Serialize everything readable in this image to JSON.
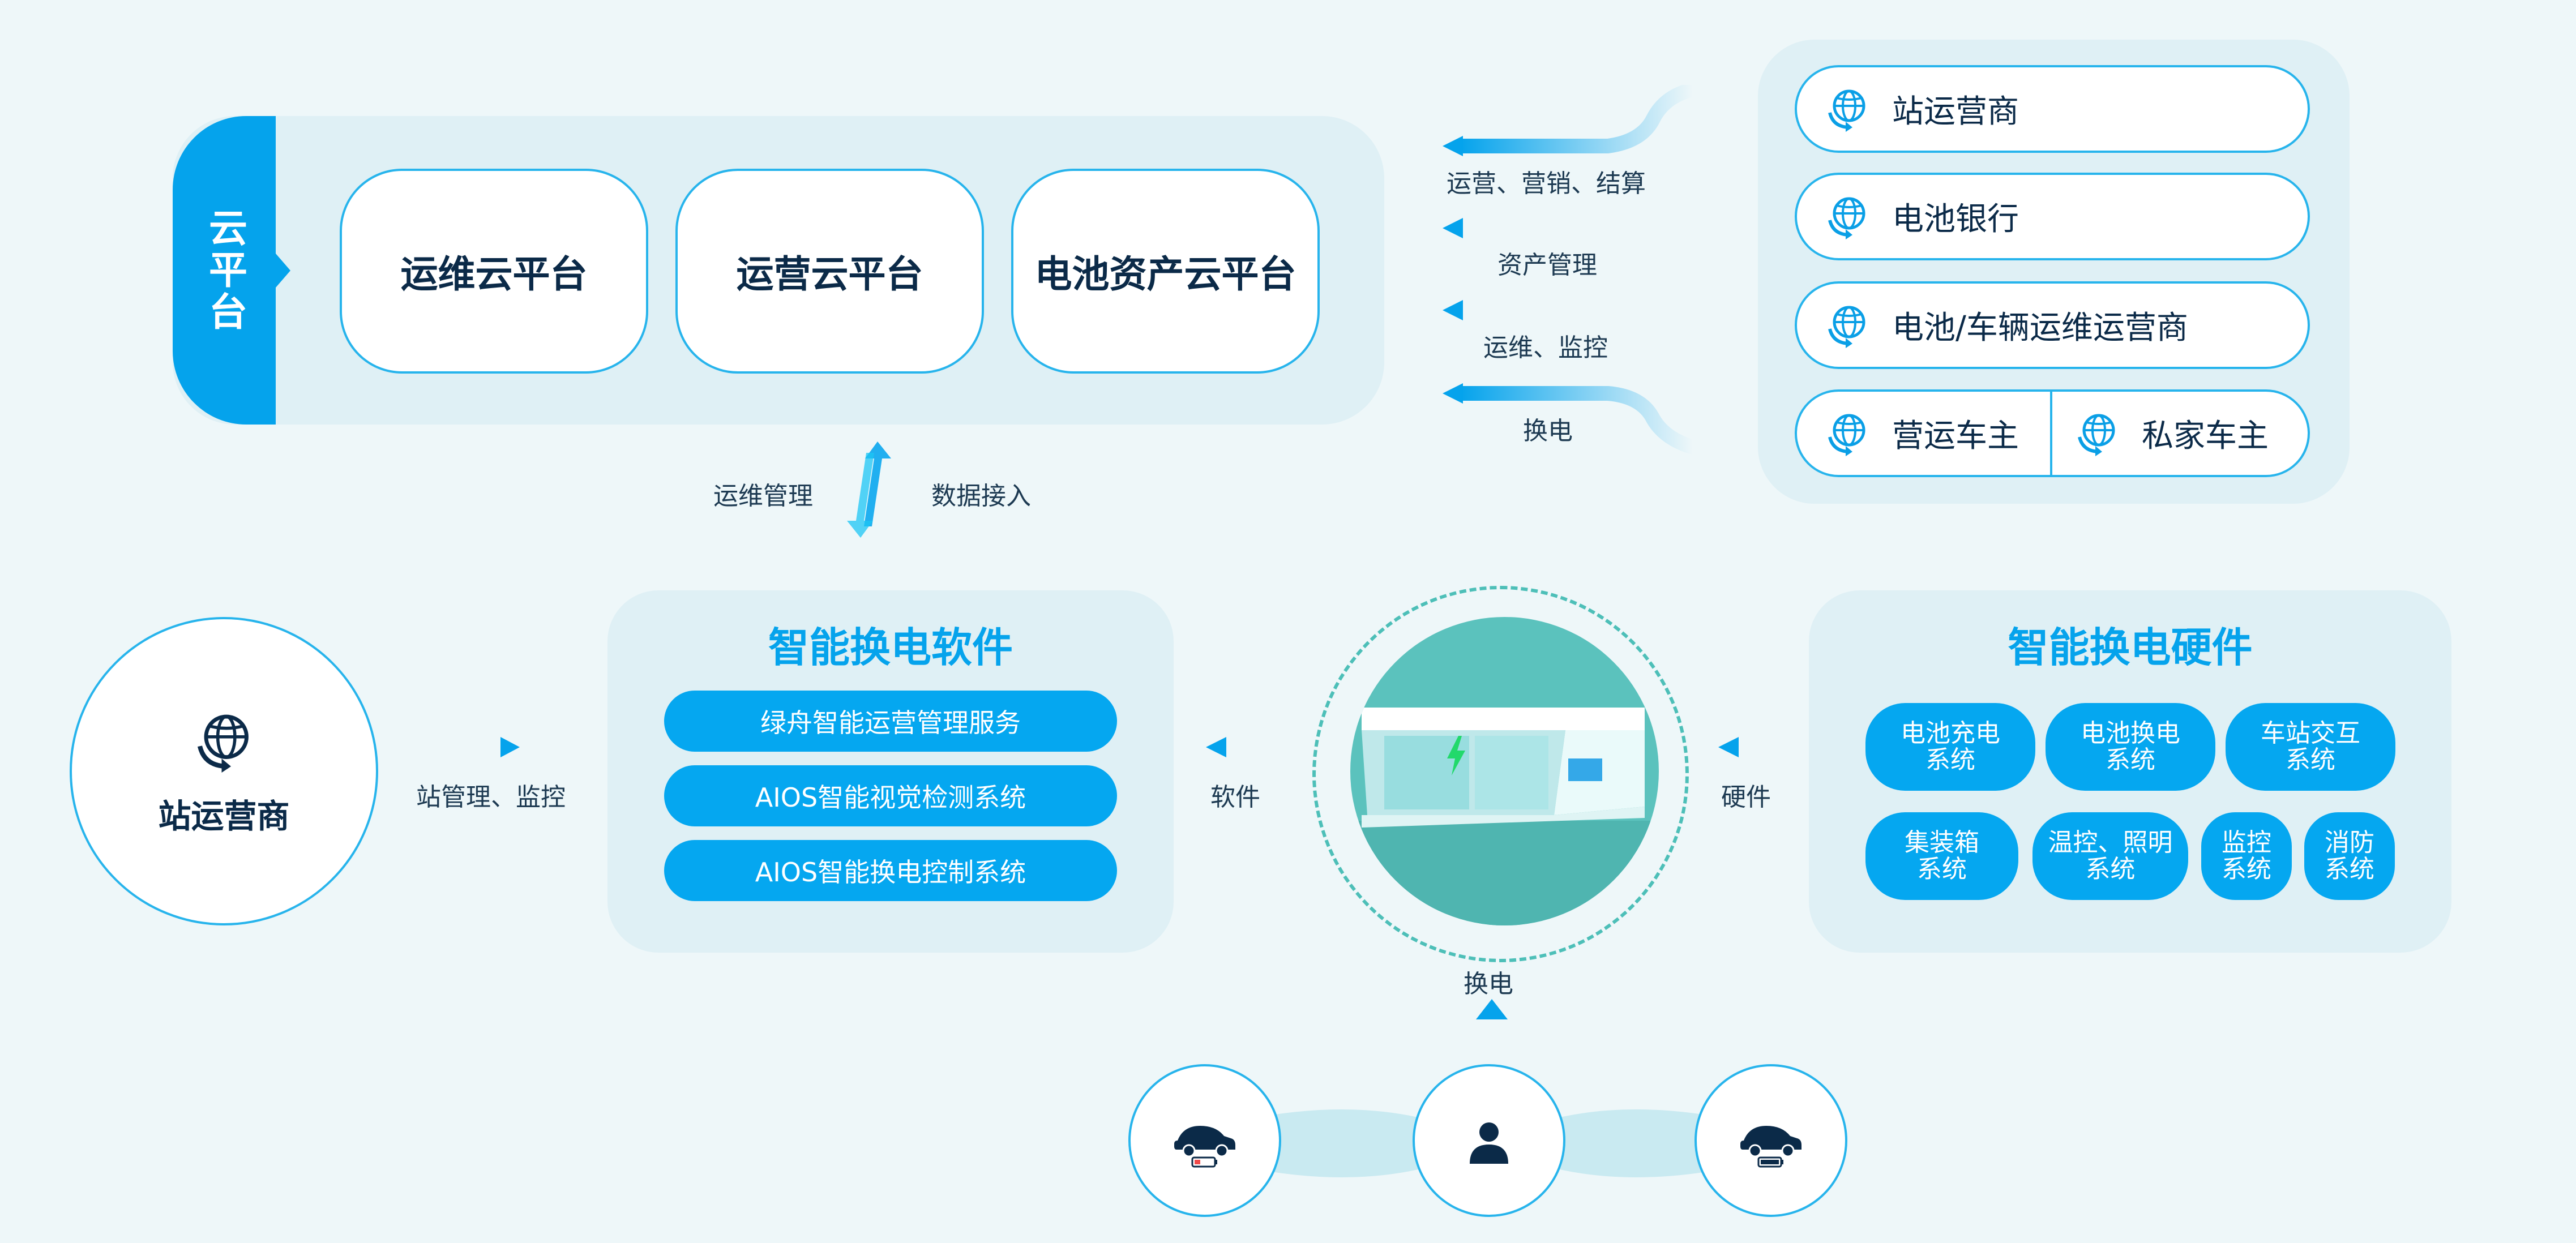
{
  "cloud": {
    "tab_label": "云平台",
    "platforms": [
      "运维云平台",
      "运营云平台",
      "电池资产云平台"
    ]
  },
  "flows": {
    "mid_left": "运维管理",
    "mid_right": "数据接入",
    "right_labels": [
      "运营、营销、结算",
      "资产管理",
      "运维、监控",
      "换电"
    ],
    "station_mgmt": "站管理、监控",
    "software": "软件",
    "hardware": "硬件",
    "swap": "换电"
  },
  "stakeholders": {
    "items": [
      "站运营商",
      "电池银行",
      "电池/车辆运维运营商"
    ],
    "split": [
      "营运车主",
      "私家车主"
    ]
  },
  "operator": {
    "label": "站运营商"
  },
  "software": {
    "title": "智能换电软件",
    "items": [
      "绿舟智能运营管理服务",
      "AIOS智能视觉检测系统",
      "AIOS智能换电控制系统"
    ]
  },
  "hardware": {
    "title": "智能换电硬件",
    "row1": [
      "电池充电\n系统",
      "电池换电\n系统",
      "车站交互\n系统"
    ],
    "row2": [
      "集装箱\n系统",
      "温控、照明\n系统",
      "监控\n系统",
      "消防\n系统"
    ]
  },
  "icons": {
    "globe": "globe-refresh-icon",
    "car": "car-battery-icon",
    "person": "person-icon",
    "bolt": "lightning-icon"
  },
  "colors": {
    "accent": "#05a3ec",
    "panel": "#dff0f5",
    "background": "#eef7f9",
    "station_teal": "#5bc2bd",
    "text_dark": "#0b2a48"
  }
}
